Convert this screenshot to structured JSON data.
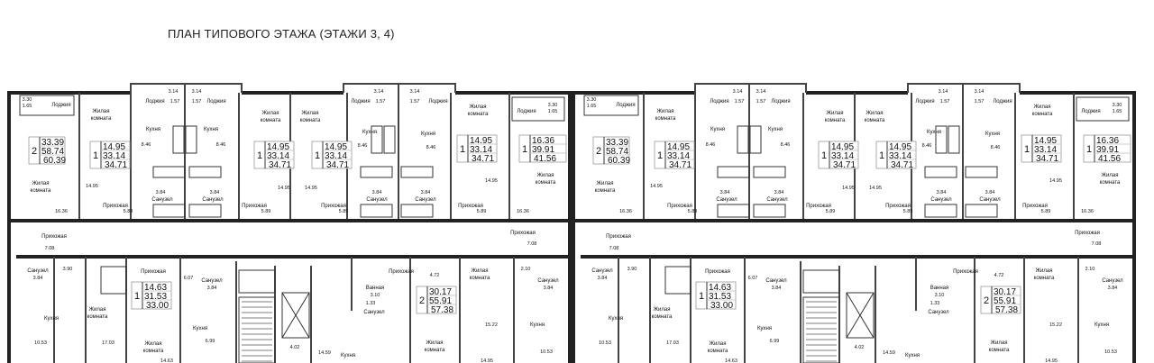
{
  "title": "ПЛАН ТИПОВОГО ЭТАЖА (ЭТАЖИ 3, 4)",
  "rooms": {
    "living1": "Жилая",
    "living2": "комната",
    "kitchen": "Кухня",
    "hall": "Прихожая",
    "wc": "Санузел",
    "bath": "Ванная",
    "loggia": "Лоджия"
  },
  "apartments": [
    {
      "rooms": "2",
      "living": "33.39",
      "total": "58.74",
      "total_loggia": "60.39"
    },
    {
      "rooms": "1",
      "living": "14.95",
      "total": "33.14",
      "total_loggia": "34.71"
    },
    {
      "rooms": "1",
      "living": "14.95",
      "total": "33.14",
      "total_loggia": "34.71"
    },
    {
      "rooms": "1",
      "living": "14.95",
      "total": "33.14",
      "total_loggia": "34.71"
    },
    {
      "rooms": "1",
      "living": "14.95",
      "total": "33.14",
      "total_loggia": "34.71"
    },
    {
      "rooms": "1",
      "living": "16.36",
      "total": "39.91",
      "total_loggia": "41.56"
    },
    {
      "rooms": "1",
      "living": "14.63",
      "total": "31.53",
      "total_loggia": "33.00"
    },
    {
      "rooms": "2",
      "living": "30.17",
      "total": "55.91",
      "total_loggia": "57.38"
    }
  ],
  "dims": {
    "loggia_big_a": "3.30",
    "loggia_big_b": "1.65",
    "loggia_a": "3.14",
    "loggia_b": "1.57",
    "living_1636": "16.36",
    "living_1495": "14.95",
    "kitchen_846": "8.46",
    "wc_384": "3.84",
    "hall_589": "5.89",
    "hall_708": "7.08",
    "d_390": "3.90",
    "d_1053": "10.53",
    "d_1703": "17.03",
    "d_607": "6.07",
    "d_699": "6.99",
    "d_1463": "14.63",
    "d_402": "4.02",
    "d_1459": "14.59",
    "d_310": "3.10",
    "d_133": "1.33",
    "d_472": "4.72",
    "d_1522": "15.22",
    "d_210": "2.10",
    "d_1495b": "14.95"
  }
}
